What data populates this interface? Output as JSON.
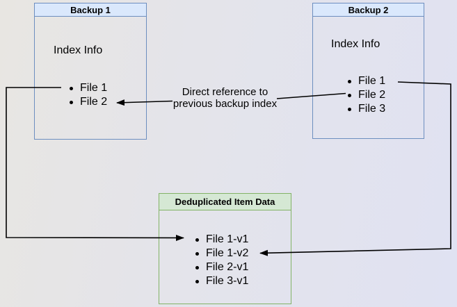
{
  "boxes": {
    "backup1": {
      "title": "Backup 1",
      "index_label": "Index Info",
      "files": [
        "File 1",
        "File 2"
      ]
    },
    "backup2": {
      "title": "Backup 2",
      "index_label": "Index Info",
      "files": [
        "File 1",
        "File 2",
        "File 3"
      ]
    },
    "dedup": {
      "title": "Deduplicated Item Data",
      "files": [
        "File 1-v1",
        "File 1-v2",
        "File 2-v1",
        "File 3-v1"
      ]
    }
  },
  "annotation": {
    "line1": "Direct reference to",
    "line2": "previous backup index"
  },
  "colors": {
    "blue_header_fill": "#dae8fc",
    "blue_stroke": "#6c8ebf",
    "green_header_fill": "#d5e8d4",
    "green_stroke": "#82b366",
    "arrow": "#000000",
    "text": "#000000",
    "background_left": "#e8e6e2",
    "background_right": "#e0e2f2"
  }
}
